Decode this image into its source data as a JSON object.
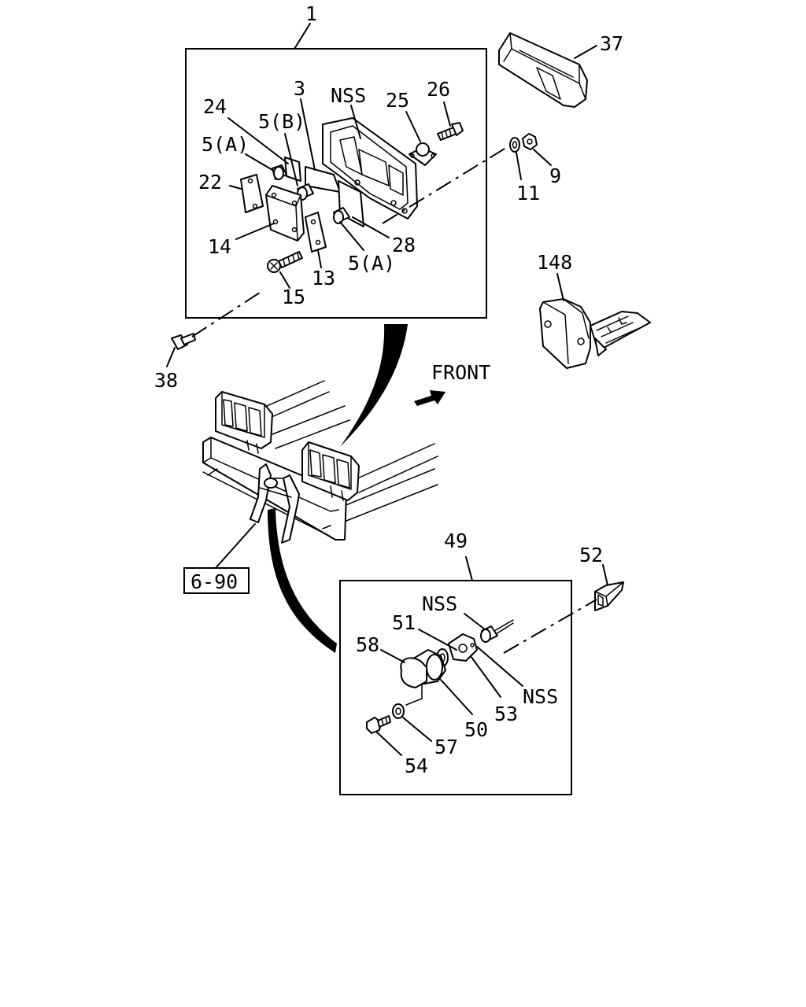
{
  "callouts": {
    "assy_lamp": "1",
    "rear_cover": "3",
    "pin_a_upper": "5(A)",
    "pin_b": "5(B)",
    "pin_a_lower": "5(A)",
    "nut": "9",
    "washer": "11",
    "bracket": "13",
    "lens": "14",
    "screw": "15",
    "reflector": "22",
    "gasket_24": "24",
    "stud": "25",
    "bolt_26": "26",
    "gasket_28": "28",
    "nss_housing": "NSS",
    "guard": "37",
    "bolt_38": "38",
    "side_lamp": "148",
    "assy_side_lamp": "49",
    "socket": "50",
    "gasket_51": "51",
    "boot": "52",
    "holder": "53",
    "screw_54": "54",
    "washer_57": "57",
    "bulb": "58",
    "nss_connector": "NSS",
    "nss_wire": "NSS",
    "ref_box": "6-90"
  },
  "front_label": "FRONT",
  "colors": {
    "line": "#000000",
    "background": "#ffffff"
  }
}
